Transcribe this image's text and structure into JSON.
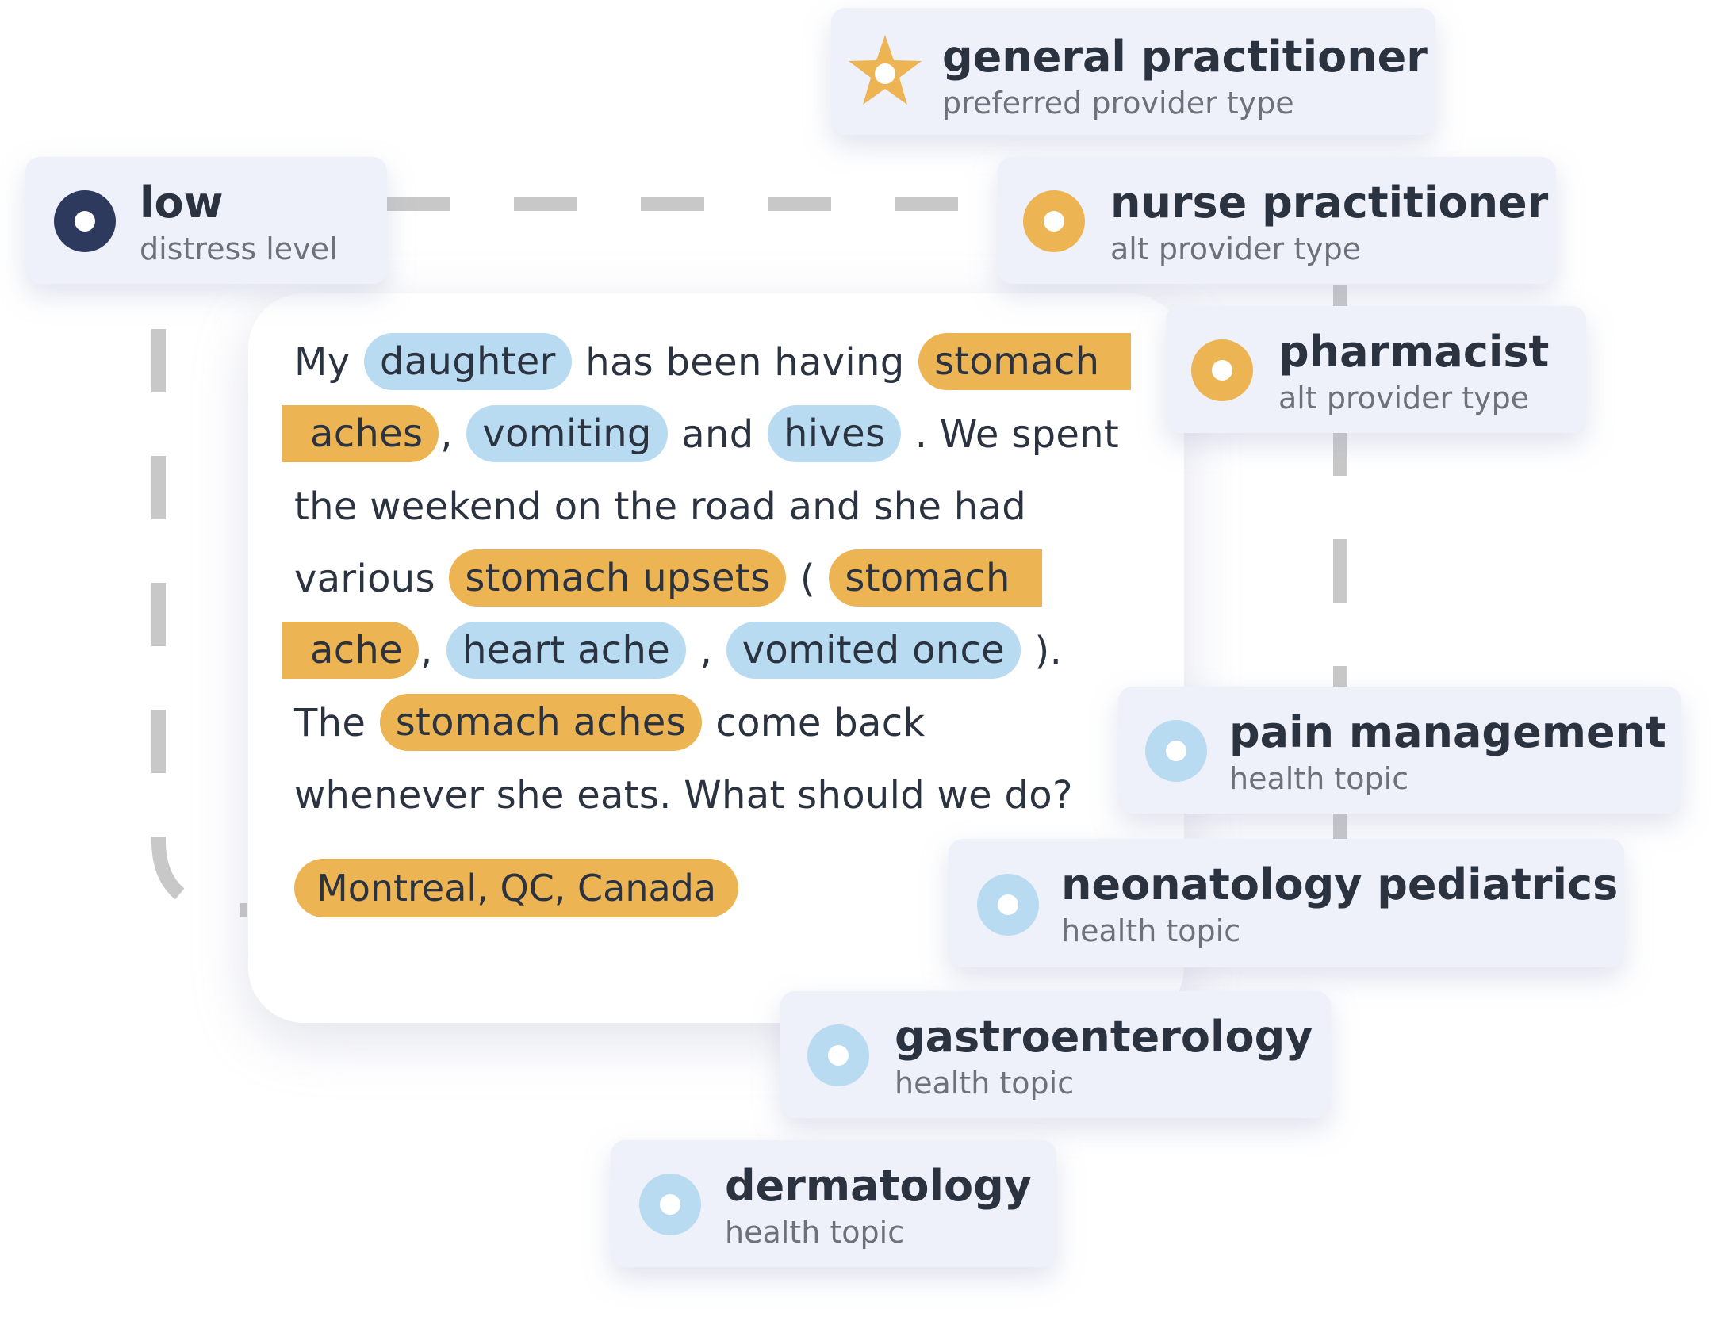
{
  "message": {
    "lines": [
      [
        {
          "t": "My ",
          "k": "text"
        },
        {
          "t": "daughter",
          "k": "blue"
        },
        {
          "t": " has been having ",
          "k": "text"
        },
        {
          "t": "stomach",
          "k": "orange-start"
        }
      ],
      [
        {
          "t": "aches",
          "k": "orange-end"
        },
        {
          "t": ", ",
          "k": "text"
        },
        {
          "t": "vomiting",
          "k": "blue"
        },
        {
          "t": " and ",
          "k": "text"
        },
        {
          "t": "hives",
          "k": "blue"
        },
        {
          "t": " . We spent",
          "k": "text"
        }
      ],
      [
        {
          "t": "the weekend on the road and she had",
          "k": "text"
        }
      ],
      [
        {
          "t": "various ",
          "k": "text"
        },
        {
          "t": "stomach upsets",
          "k": "orange"
        },
        {
          "t": " ( ",
          "k": "text"
        },
        {
          "t": "stomach",
          "k": "orange-start"
        }
      ],
      [
        {
          "t": "ache",
          "k": "orange-end"
        },
        {
          "t": ", ",
          "k": "text"
        },
        {
          "t": "heart ache",
          "k": "blue"
        },
        {
          "t": " , ",
          "k": "text"
        },
        {
          "t": "vomited once",
          "k": "blue"
        },
        {
          "t": " ).",
          "k": "text"
        }
      ],
      [
        {
          "t": "The ",
          "k": "text"
        },
        {
          "t": "stomach aches",
          "k": "orange"
        },
        {
          "t": " come back",
          "k": "text"
        }
      ],
      [
        {
          "t": "whenever she eats. What should we do?",
          "k": "text"
        }
      ]
    ],
    "location": "Montreal, QC, Canada"
  },
  "tags": [
    {
      "id": "general-practitioner",
      "title": "general practitioner",
      "subtitle": "preferred provider type",
      "marker": "star",
      "color": "#edb454"
    },
    {
      "id": "low",
      "title": "low",
      "subtitle": "distress level",
      "marker": "dot",
      "color": "#2d3a5e"
    },
    {
      "id": "nurse-practitioner",
      "title": "nurse practitioner",
      "subtitle": "alt provider type",
      "marker": "dot",
      "color": "#edb454"
    },
    {
      "id": "pharmacist",
      "title": "pharmacist",
      "subtitle": "alt provider type",
      "marker": "dot",
      "color": "#edb454"
    },
    {
      "id": "pain-management",
      "title": "pain management",
      "subtitle": "health topic",
      "marker": "dot",
      "color": "#b9dbf1"
    },
    {
      "id": "neonatology-pediatrics",
      "title": "neonatology pediatrics",
      "subtitle": "health topic",
      "marker": "dot",
      "color": "#b9dbf1"
    },
    {
      "id": "gastroenterology",
      "title": "gastroenterology",
      "subtitle": "health topic",
      "marker": "dot",
      "color": "#b9dbf1"
    },
    {
      "id": "dermatology",
      "title": "dermatology",
      "subtitle": "health topic",
      "marker": "dot",
      "color": "#b9dbf1"
    }
  ],
  "colors": {
    "entity_blue": "#b9dbf1",
    "entity_orange": "#edb454",
    "distress_navy": "#2d3a5e",
    "tag_background": "#eef0fa",
    "connector_gray": "#c8c8c8",
    "text_dark": "#2c3340",
    "text_muted": "#6d717c"
  }
}
